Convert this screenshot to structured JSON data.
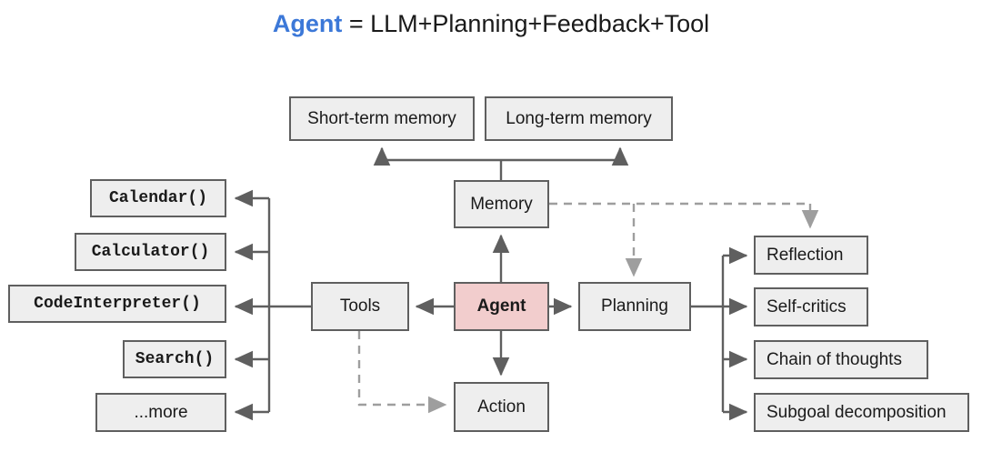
{
  "title": {
    "keyword": "Agent",
    "rest": " = LLM+Planning+Feedback+Tool",
    "keyword_color": "#3c78d8"
  },
  "colors": {
    "node_fill": "#eeeeee",
    "node_border": "#5f5f5f",
    "agent_fill": "#f2cdcd",
    "solid_edge": "#5f5f5f",
    "dashed_edge": "#9e9e9e",
    "text": "#1a1a1a"
  },
  "nodes": {
    "agent": "Agent",
    "memory": "Memory",
    "tools": "Tools",
    "planning": "Planning",
    "action": "Action",
    "short_term_memory": "Short-term memory",
    "long_term_memory": "Long-term memory",
    "calendar": "Calendar()",
    "calculator": "Calculator()",
    "code_interpreter": "CodeInterpreter()",
    "search": "Search()",
    "more": "...more",
    "reflection": "Reflection",
    "self_critics": "Self-critics",
    "chain_of_thoughts": "Chain of thoughts",
    "subgoal_decomposition": "Subgoal decomposition"
  },
  "edges": [
    {
      "from": "Agent",
      "to": "Memory",
      "style": "solid"
    },
    {
      "from": "Agent",
      "to": "Tools",
      "style": "solid"
    },
    {
      "from": "Agent",
      "to": "Planning",
      "style": "solid"
    },
    {
      "from": "Agent",
      "to": "Action",
      "style": "solid"
    },
    {
      "from": "Memory",
      "to": "Short-term memory",
      "style": "solid"
    },
    {
      "from": "Memory",
      "to": "Long-term memory",
      "style": "solid"
    },
    {
      "from": "Tools",
      "to": "Calendar()",
      "style": "solid"
    },
    {
      "from": "Tools",
      "to": "Calculator()",
      "style": "solid"
    },
    {
      "from": "Tools",
      "to": "CodeInterpreter()",
      "style": "solid"
    },
    {
      "from": "Tools",
      "to": "Search()",
      "style": "solid"
    },
    {
      "from": "Tools",
      "to": "...more",
      "style": "solid"
    },
    {
      "from": "Planning",
      "to": "Reflection",
      "style": "solid"
    },
    {
      "from": "Planning",
      "to": "Self-critics",
      "style": "solid"
    },
    {
      "from": "Planning",
      "to": "Chain of thoughts",
      "style": "solid"
    },
    {
      "from": "Planning",
      "to": "Subgoal decomposition",
      "style": "solid"
    },
    {
      "from": "Tools",
      "to": "Action",
      "style": "dashed"
    },
    {
      "from": "Memory",
      "to": "Planning",
      "style": "dashed"
    },
    {
      "from": "Memory",
      "to": "Reflection",
      "style": "dashed"
    }
  ]
}
